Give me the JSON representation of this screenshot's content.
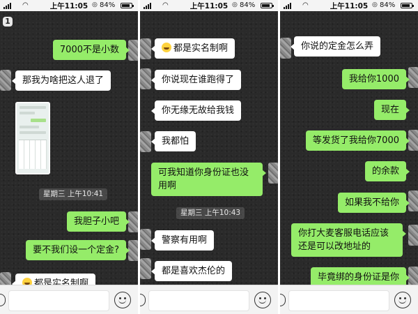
{
  "status_bar": {
    "time": "上午11:05",
    "battery": "84%",
    "battery_level": 0.84
  },
  "header": {
    "unread_count": "1"
  },
  "panels": [
    {
      "messages": [
        {
          "dir": "out",
          "text": "7000不是小数"
        },
        {
          "dir": "in",
          "text": "那我为啥把这人退了"
        },
        {
          "dir": "ts",
          "text": "星期三 上午10:41"
        },
        {
          "dir": "out",
          "text": "我胆子小吧"
        },
        {
          "dir": "out",
          "text": "要不我们设一个定金?"
        },
        {
          "dir": "in",
          "text": "都是实名制啊"
        }
      ]
    },
    {
      "messages": [
        {
          "dir": "in",
          "text": "都是实名制啊"
        },
        {
          "dir": "in",
          "text": "你说现在谁跑得了"
        },
        {
          "dir": "in",
          "text": "你无缘无故给我钱"
        },
        {
          "dir": "in",
          "text": "我都怕"
        },
        {
          "dir": "out",
          "text": "可我知道你身份证也没用啊"
        },
        {
          "dir": "ts",
          "text": "星期三 上午10:43"
        },
        {
          "dir": "in",
          "text": "警察有用啊"
        },
        {
          "dir": "in",
          "text": "都是喜欢杰伦的"
        }
      ]
    },
    {
      "messages": [
        {
          "dir": "in",
          "text": "你说的定金怎么弄"
        },
        {
          "dir": "out",
          "text": "我给你1000"
        },
        {
          "dir": "out",
          "text": "现在"
        },
        {
          "dir": "out",
          "text": "等发货了我给你7000"
        },
        {
          "dir": "out",
          "text": "的余款"
        },
        {
          "dir": "out",
          "text": "如果我不给你"
        },
        {
          "dir": "out",
          "text": "你打大麦客服电话应该还是可以改地址的"
        },
        {
          "dir": "out",
          "text": "毕竟绑的身份证是你"
        }
      ]
    }
  ],
  "icons": {
    "emoji": "emoji-smile-icon",
    "voice": "voice-icon",
    "signal": "signal-icon",
    "wifi": "wifi-icon",
    "lock": "rotation-lock-icon",
    "battery": "battery-icon"
  },
  "colors": {
    "outgoing_bubble": "#95ec69",
    "incoming_bubble": "#ffffff",
    "chat_background": "#2a2a2a"
  }
}
